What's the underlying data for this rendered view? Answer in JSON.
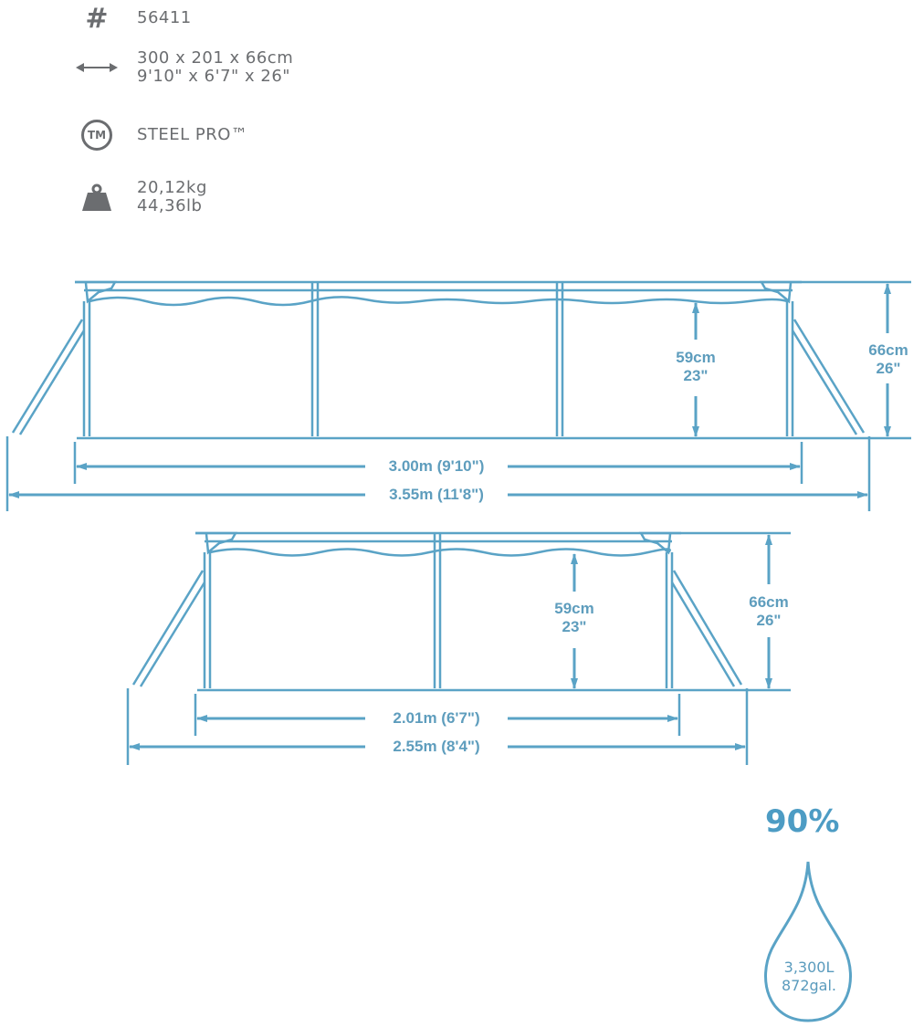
{
  "specs": {
    "model": {
      "icon": "hash-icon",
      "value": "56411"
    },
    "dimensions": {
      "icon": "double-arrow-icon",
      "metric": "300 x 201 x 66cm",
      "imperial": "9'10\" x 6'7\" x 26\""
    },
    "brand": {
      "icon": "trademark-icon",
      "icon_text": "TM",
      "value": "STEEL PRO™"
    },
    "weight": {
      "icon": "weight-icon",
      "metric": "20,12kg",
      "imperial": "44,36lb"
    }
  },
  "long_side_view": {
    "inner_length": "3.00m (9'10\")",
    "outer_length": "3.55m (11'8\")",
    "water_height_cm": "59cm",
    "water_height_in": "23\"",
    "total_height_cm": "66cm",
    "total_height_in": "26\""
  },
  "short_side_view": {
    "inner_width": "2.01m (6'7\")",
    "outer_width": "2.55m (8'4\")",
    "water_height_cm": "59cm",
    "water_height_in": "23\"",
    "total_height_cm": "66cm",
    "total_height_in": "26\""
  },
  "capacity": {
    "fill_percent": "90%",
    "liters": "3,300L",
    "gallons": "872gal.",
    "icon": "water-drop-icon"
  },
  "colors": {
    "diagram_stroke": "#5aa3c6",
    "dimension_text": "#5e9dbd",
    "spec_gray": "#6b6d70"
  }
}
